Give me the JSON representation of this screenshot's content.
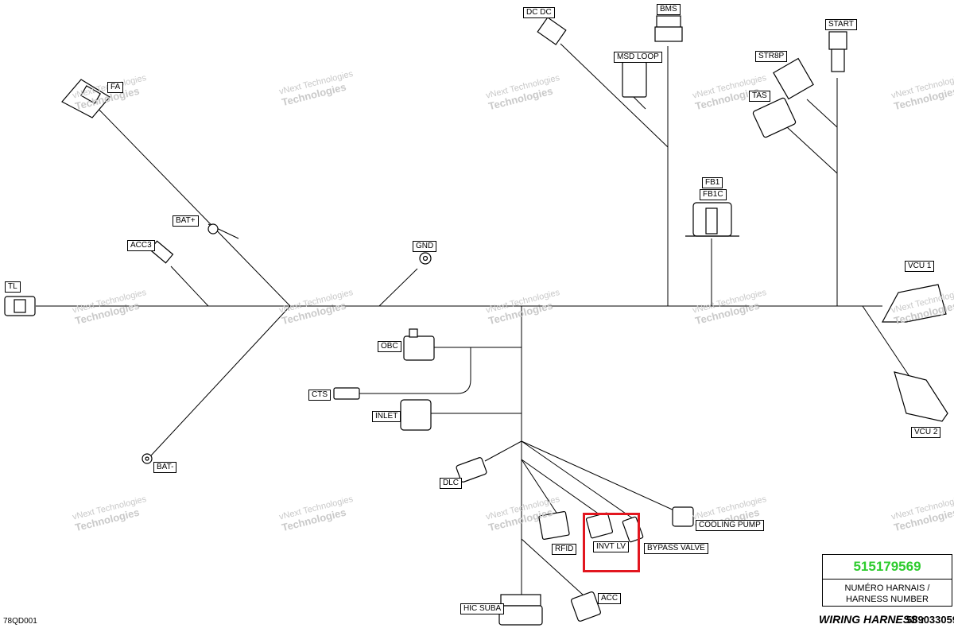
{
  "labels": {
    "dc_dc": "DC DC",
    "bms": "BMS",
    "start": "START",
    "msd_loop": "MSD LOOP",
    "str8p": "STR8P",
    "tas": "TAS",
    "fa": "FA",
    "fb1": "FB1",
    "fb1c": "FB1C",
    "bat_plus": "BAT+",
    "acc3": "ACC3",
    "gnd": "GND",
    "tl": "TL",
    "vcu1": "VCU 1",
    "obc": "OBC",
    "cts": "CTS",
    "inlet": "INLET",
    "bat_minus": "BAT-",
    "vcu2": "VCU 2",
    "dlc": "DLC",
    "rfid": "RFID",
    "invt_lv": "INVT LV",
    "bypass_valve": "BYPASS VALVE",
    "cooling_pump": "COOLING PUMP",
    "acc": "ACC",
    "hic_suba": "HIC SUBA"
  },
  "watermark": {
    "line1": "vNext Technologies",
    "line2": "Technologies"
  },
  "harness_box": {
    "number": "515179569",
    "caption": "NUMÉRO HARNAIS / HARNESS NUMBER",
    "number_color": "#2ecc2e"
  },
  "footer": {
    "wiring_label": "WIRING HARNESS :",
    "wiring_number": "589033059",
    "drawing_code": "78QD001"
  },
  "highlight_color": "#e2161f"
}
